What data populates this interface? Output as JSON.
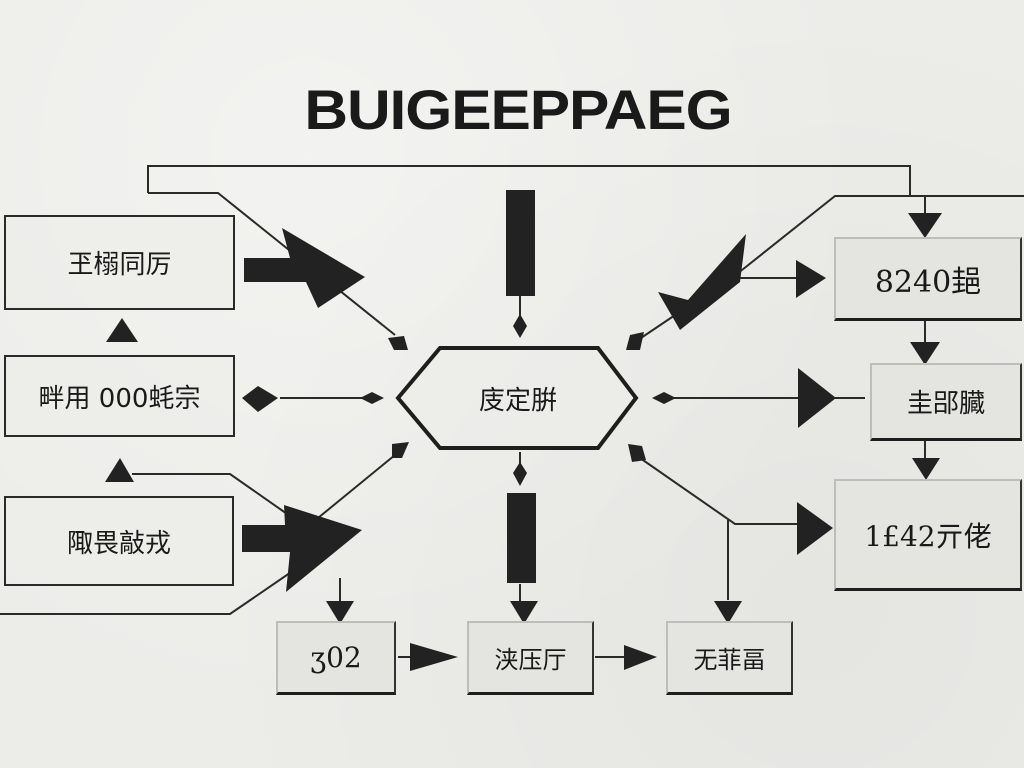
{
  "diagram": {
    "title": "BUIGEEPPAEG",
    "colors": {
      "background": "#ecece9",
      "ink": "#1a1a1a",
      "box_fill_shaded": "#e4e4e1"
    },
    "center_node": {
      "label": "庋定腁",
      "shape": "hexagon"
    },
    "left_nodes": [
      {
        "id": "left-1",
        "label": "玊榒同厉"
      },
      {
        "id": "left-2",
        "label": "畔用 000蚝宗"
      },
      {
        "id": "left-3",
        "label": "陬畏敲戎"
      }
    ],
    "right_nodes": [
      {
        "id": "right-1",
        "label": "8240郌"
      },
      {
        "id": "right-2",
        "label": "圭郘臓"
      },
      {
        "id": "right-3",
        "label": "1£42亓佬"
      }
    ],
    "bottom_nodes": [
      {
        "id": "bottom-1",
        "label": "ӡ02"
      },
      {
        "id": "bottom-2",
        "label": "浃压厅"
      },
      {
        "id": "bottom-3",
        "label": "无菲畐"
      }
    ],
    "icons": {
      "arrow_large": "block-arrow",
      "arrow_small": "triangle-arrowhead",
      "connector": "diamond-connector",
      "bar": "vertical-bar"
    }
  }
}
